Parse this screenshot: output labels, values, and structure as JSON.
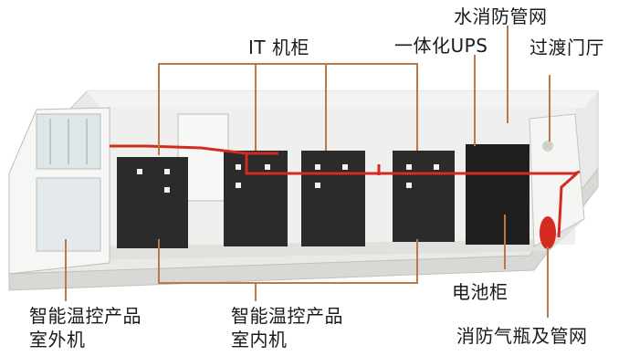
{
  "labels": {
    "it_cabinet": "IT 机柜",
    "ups": "一体化UPS",
    "water_pipe": "水消防管网",
    "vestibule": "过渡门厅",
    "outdoor_unit_l1": "智能温控产品",
    "outdoor_unit_l2": "室外机",
    "indoor_unit_l1": "智能温控产品",
    "indoor_unit_l2": "室内机",
    "battery": "电池柜",
    "gas_fire": "消防气瓶及管网"
  },
  "colors": {
    "leader": "#b87a4b",
    "pipe": "#d42a1f",
    "cabinet": "#2b2b2b",
    "container": "#e9e9e7"
  }
}
